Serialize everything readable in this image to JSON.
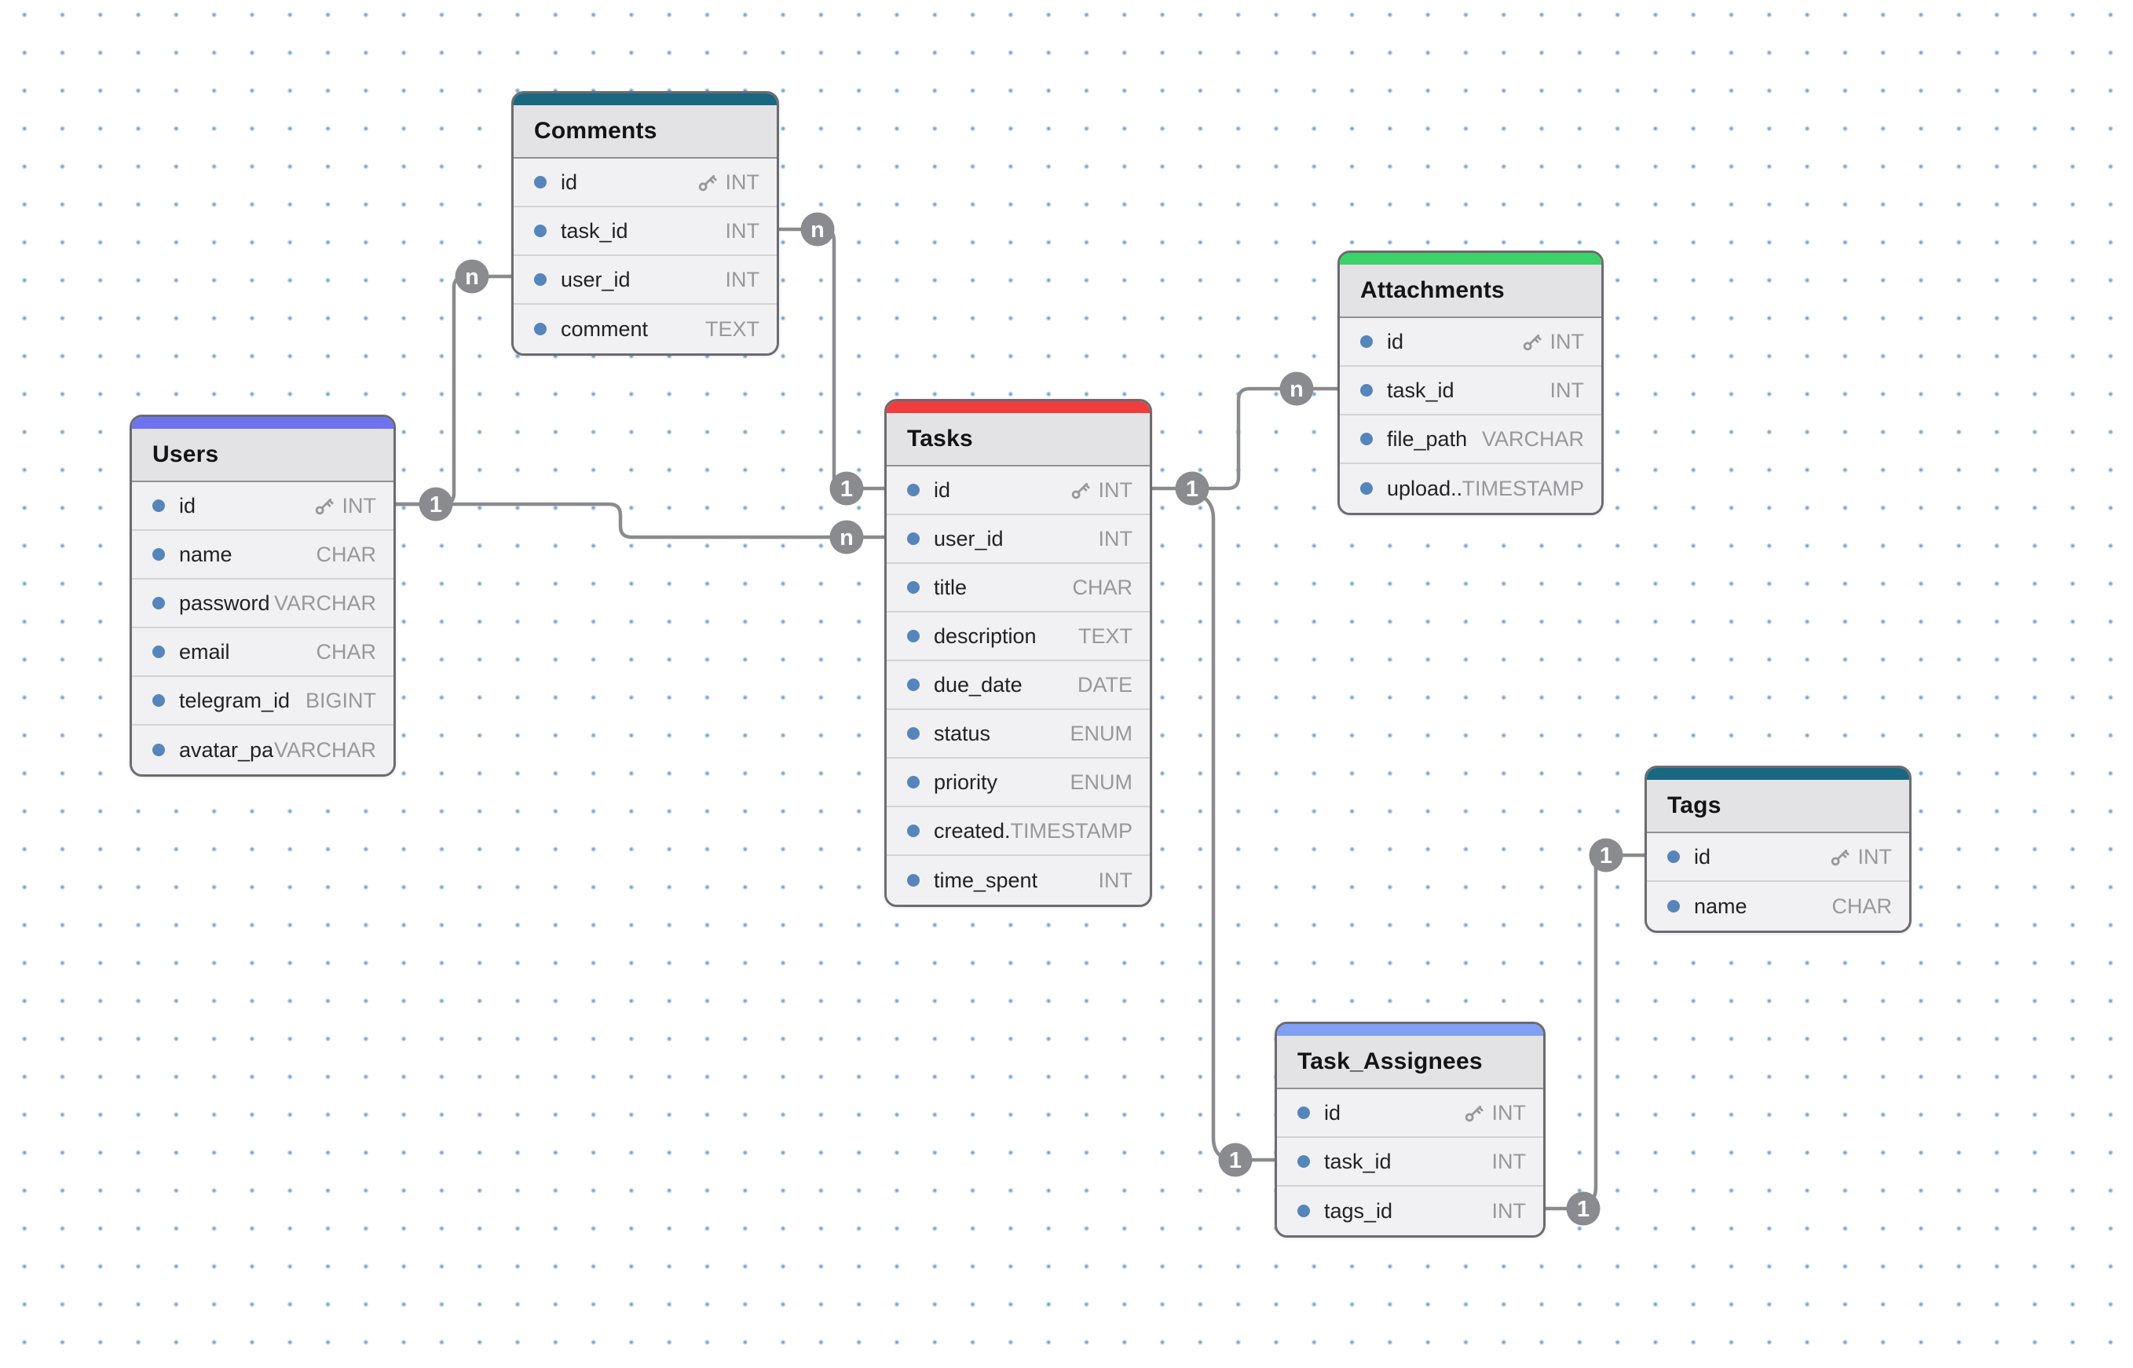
{
  "canvas": {
    "background": "#ffffff",
    "grid_dot_color": "#74a3d4",
    "wire_color": "#8a8b8e",
    "field_dot_color": "#5585bb"
  },
  "tables": [
    {
      "name": "Comments",
      "accent_color": "#176880",
      "fields": [
        {
          "name": "id",
          "type": "INT",
          "pk": true
        },
        {
          "name": "task_id",
          "type": "INT",
          "pk": false
        },
        {
          "name": "user_id",
          "type": "INT",
          "pk": false
        },
        {
          "name": "comment",
          "type": "TEXT",
          "pk": false
        }
      ]
    },
    {
      "name": "Users",
      "accent_color": "#6e71f0",
      "fields": [
        {
          "name": "id",
          "type": "INT",
          "pk": true
        },
        {
          "name": "name",
          "type": "CHAR",
          "pk": false
        },
        {
          "name": "password",
          "type": "VARCHAR",
          "pk": false
        },
        {
          "name": "email",
          "type": "CHAR",
          "pk": false
        },
        {
          "name": "telegram_id",
          "type": "BIGINT",
          "pk": false
        },
        {
          "name": "avatar_pa...",
          "type": "VARCHAR",
          "pk": false
        }
      ]
    },
    {
      "name": "Tasks",
      "accent_color": "#f03c3c",
      "fields": [
        {
          "name": "id",
          "type": "INT",
          "pk": true
        },
        {
          "name": "user_id",
          "type": "INT",
          "pk": false
        },
        {
          "name": "title",
          "type": "CHAR",
          "pk": false
        },
        {
          "name": "description",
          "type": "TEXT",
          "pk": false
        },
        {
          "name": "due_date",
          "type": "DATE",
          "pk": false
        },
        {
          "name": "status",
          "type": "ENUM",
          "pk": false
        },
        {
          "name": "priority",
          "type": "ENUM",
          "pk": false
        },
        {
          "name": "created...",
          "type": "TIMESTAMP",
          "pk": false
        },
        {
          "name": "time_spent",
          "type": "INT",
          "pk": false
        }
      ]
    },
    {
      "name": "Attachments",
      "accent_color": "#39d368",
      "fields": [
        {
          "name": "id",
          "type": "INT",
          "pk": true
        },
        {
          "name": "task_id",
          "type": "INT",
          "pk": false
        },
        {
          "name": "file_path",
          "type": "VARCHAR",
          "pk": false
        },
        {
          "name": "upload...",
          "type": "TIMESTAMP",
          "pk": false
        }
      ]
    },
    {
      "name": "Tags",
      "accent_color": "#176880",
      "fields": [
        {
          "name": "id",
          "type": "INT",
          "pk": true
        },
        {
          "name": "name",
          "type": "CHAR",
          "pk": false
        }
      ]
    },
    {
      "name": "Task_Assignees",
      "accent_color": "#80a0f3",
      "fields": [
        {
          "name": "id",
          "type": "INT",
          "pk": true
        },
        {
          "name": "task_id",
          "type": "INT",
          "pk": false
        },
        {
          "name": "tags_id",
          "type": "INT",
          "pk": false
        }
      ]
    }
  ],
  "relationships": [
    {
      "from_table": "Users",
      "from_field": "id",
      "from_label": "1",
      "to_table": "Comments",
      "to_field": "user_id",
      "to_label": "n"
    },
    {
      "from_table": "Users",
      "from_field": "id",
      "from_label": "1",
      "to_table": "Tasks",
      "to_field": "user_id",
      "to_label": "n"
    },
    {
      "from_table": "Tasks",
      "from_field": "id",
      "from_label": "1",
      "to_table": "Comments",
      "to_field": "task_id",
      "to_label": "n"
    },
    {
      "from_table": "Tasks",
      "from_field": "id",
      "from_label": "1",
      "to_table": "Attachments",
      "to_field": "task_id",
      "to_label": "n"
    },
    {
      "from_table": "Tasks",
      "from_field": "id",
      "from_label": "1",
      "to_table": "Task_Assignees",
      "to_field": "task_id",
      "to_label": "1"
    },
    {
      "from_table": "Tags",
      "from_field": "id",
      "from_label": "1",
      "to_table": "Task_Assignees",
      "to_field": "tags_id",
      "to_label": "1"
    }
  ]
}
